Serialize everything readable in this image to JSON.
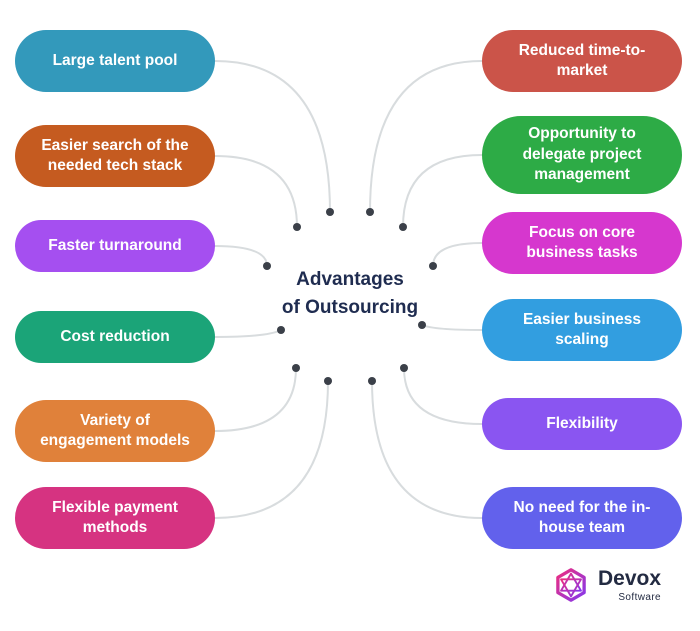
{
  "center": {
    "line1": "Advantages",
    "line2": "of Outsourcing"
  },
  "left_items": [
    {
      "label": "Large talent pool",
      "color": "#3399bb"
    },
    {
      "label": "Easier search of the needed tech stack",
      "color": "#c55b20"
    },
    {
      "label": "Faster turnaround",
      "color": "#a54ff0"
    },
    {
      "label": "Cost reduction",
      "color": "#1ba478"
    },
    {
      "label": "Variety of engagement models",
      "color": "#e0813a"
    },
    {
      "label": "Flexible payment methods",
      "color": "#d63381"
    }
  ],
  "right_items": [
    {
      "label": "Reduced time-to-market",
      "color": "#cb5449"
    },
    {
      "label": "Opportunity to delegate project management",
      "color": "#2dab46"
    },
    {
      "label": "Focus on core business tasks",
      "color": "#d637ce"
    },
    {
      "label": "Easier business scaling",
      "color": "#329ee0"
    },
    {
      "label": "Flexibility",
      "color": "#8a55f1"
    },
    {
      "label": "No need for the in-house team",
      "color": "#6261ec"
    }
  ],
  "logo": {
    "name": "Devox",
    "sub": "Software"
  },
  "colors": {
    "center_text": "#1f2c50",
    "connector_line": "#d8dcde",
    "connector_dot": "#3b4049",
    "logo_gradient_start": "#ed2d7f",
    "logo_gradient_end": "#8438ee"
  }
}
